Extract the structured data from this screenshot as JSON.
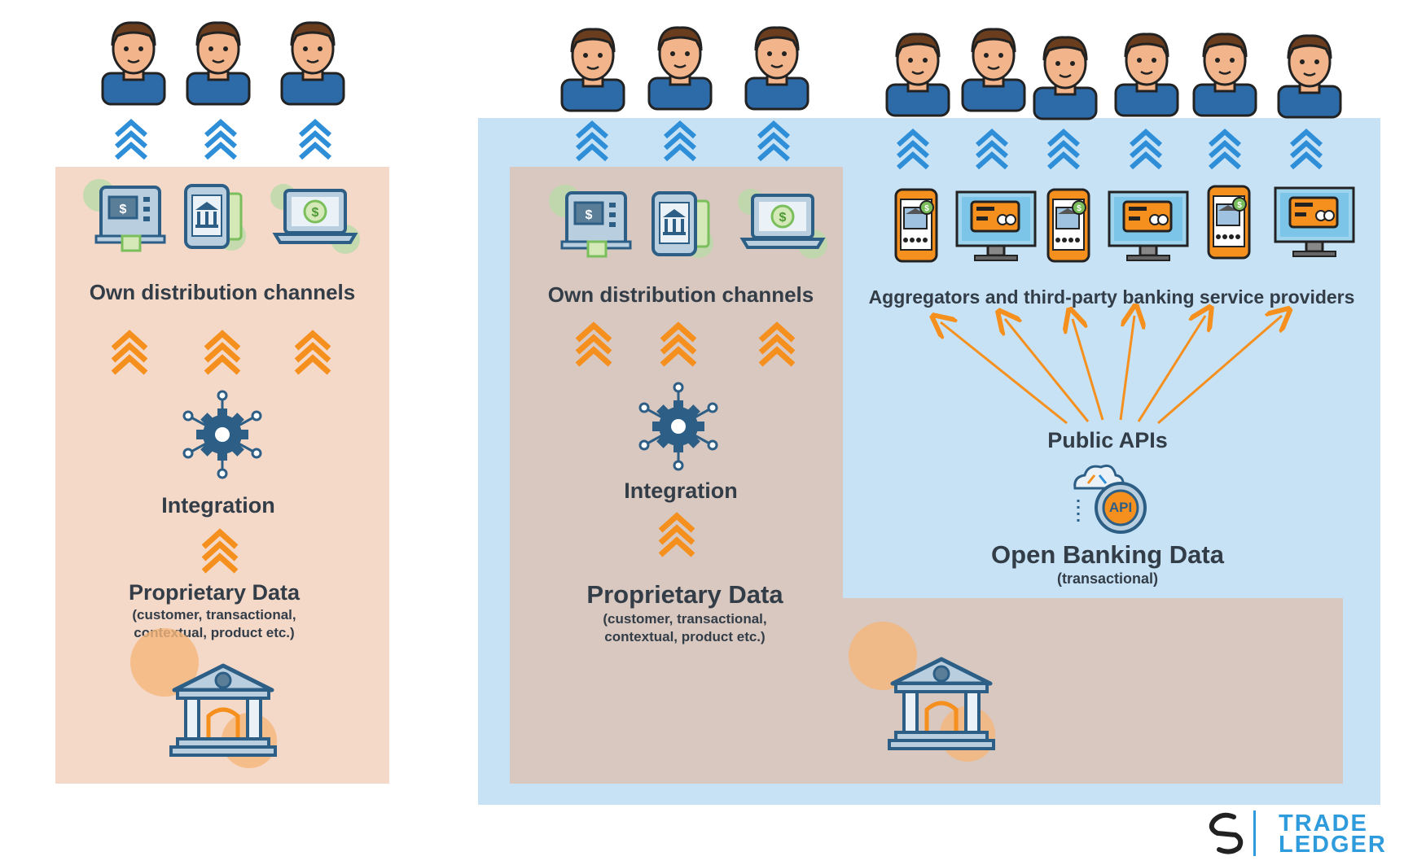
{
  "left": {
    "channels_label": "Own distribution channels",
    "integration_label": "Integration",
    "data_title": "Proprietary Data",
    "data_subtitle_line1": "(customer, transactional,",
    "data_subtitle_line2": "contextual, product etc.)"
  },
  "right": {
    "channels_label": "Own distribution channels",
    "integration_label": "Integration",
    "data_title": "Proprietary Data",
    "data_subtitle_line1": "(customer, transactional,",
    "data_subtitle_line2": "contextual, product etc.)",
    "aggregators_label": "Aggregators and third-party banking service providers",
    "public_apis_label": "Public APIs",
    "api_badge": "API",
    "open_banking_title": "Open Banking Data",
    "open_banking_subtitle": "(transactional)"
  },
  "brand": {
    "line1": "TRADE",
    "line2": "LEDGER"
  },
  "colors": {
    "left_panel": "#f4d9c9",
    "right_panel_blue": "#c8e2f5",
    "right_panel_inner": "#d9c8bf",
    "blue_chevron": "#2e8fd8",
    "orange_chevron": "#f5901e",
    "icon_stroke": "#2d5f86",
    "text": "#333d48",
    "brand_blue": "#2e9bdc"
  }
}
